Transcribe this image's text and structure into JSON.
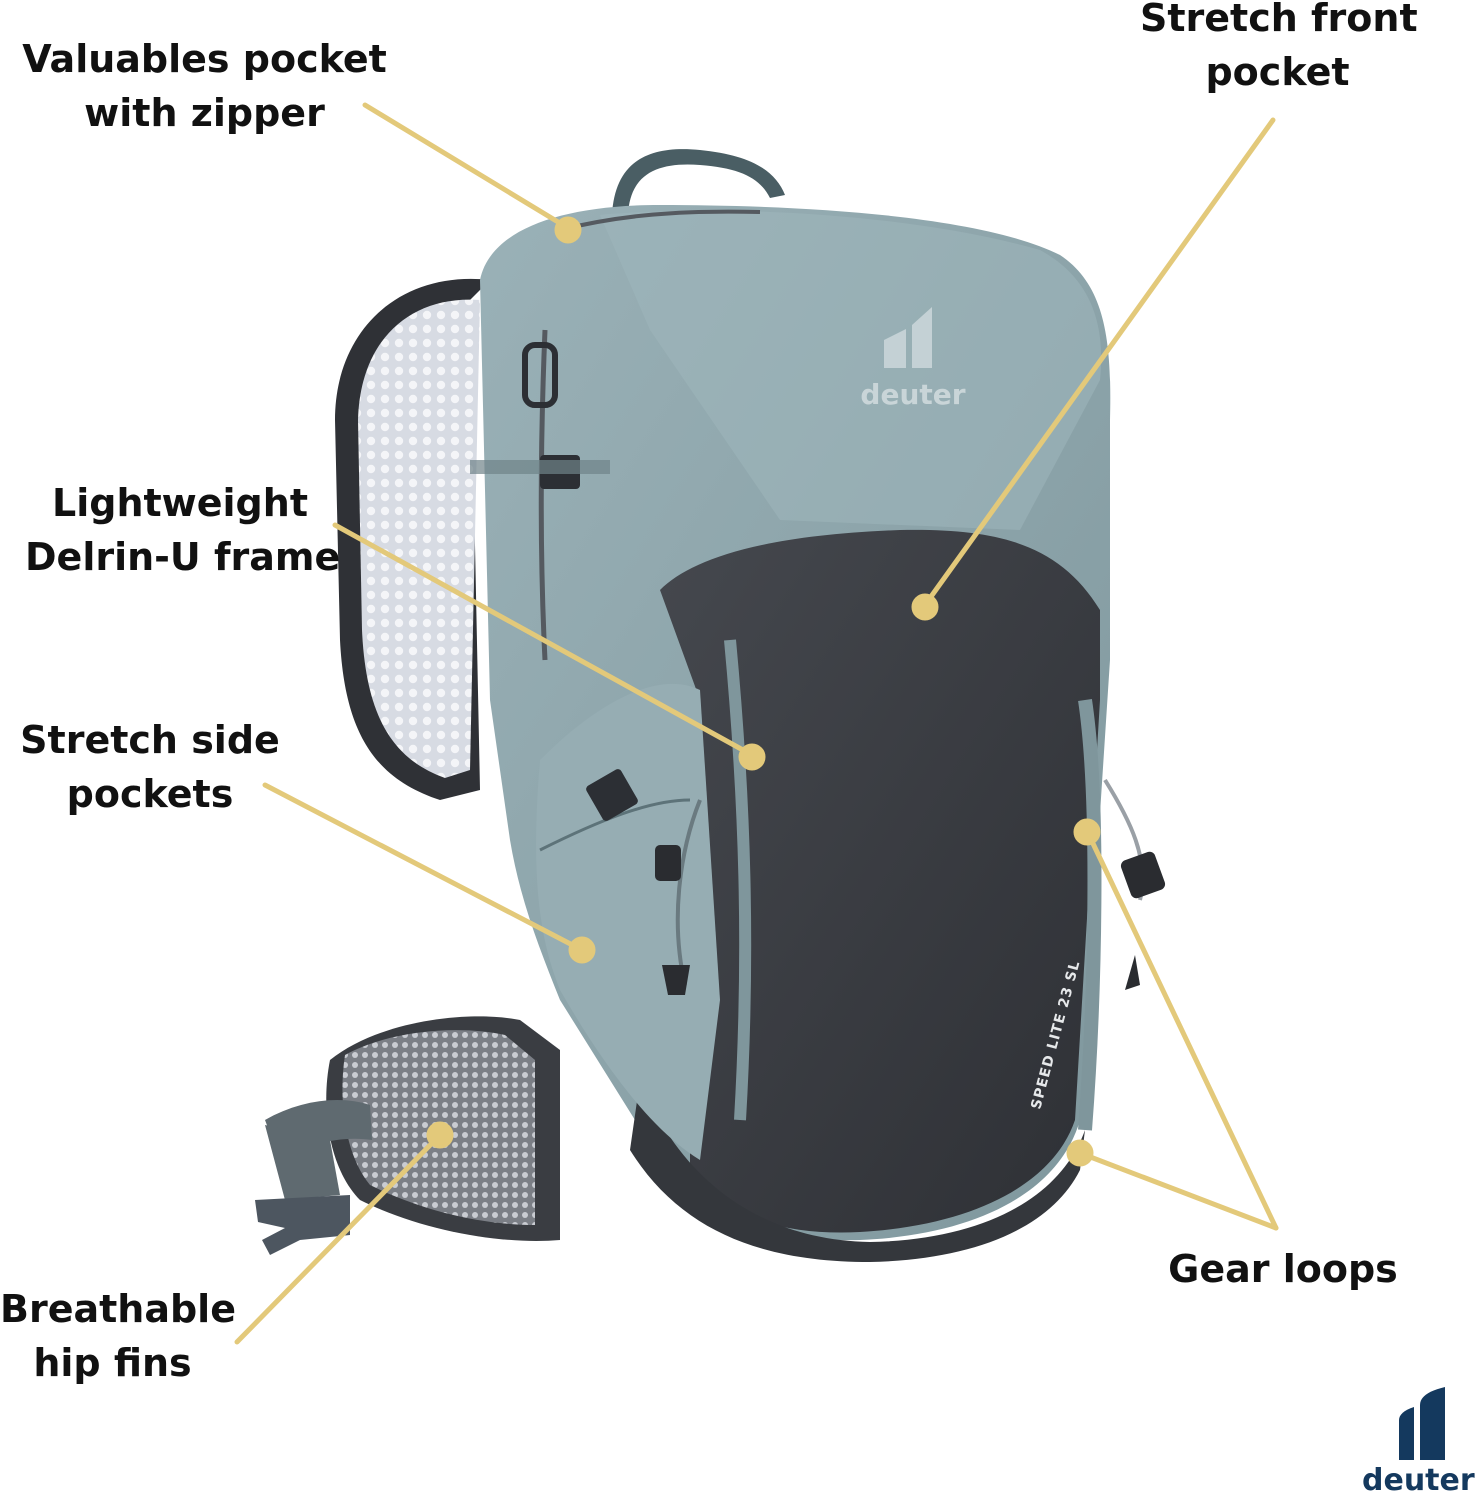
{
  "callouts": [
    {
      "id": "valuables-pocket",
      "lines": [
        "Valuables pocket",
        "with zipper"
      ]
    },
    {
      "id": "stretch-front-pocket",
      "lines": [
        "Stretch front",
        "pocket"
      ]
    },
    {
      "id": "delrin-frame",
      "lines": [
        "Lightweight",
        "Delrin-U frame"
      ]
    },
    {
      "id": "stretch-side-pockets",
      "lines": [
        "Stretch side",
        "pockets"
      ]
    },
    {
      "id": "breathable-hip-fins",
      "lines": [
        "Breathable",
        "hip fins"
      ]
    },
    {
      "id": "gear-loops",
      "lines": [
        "Gear loops"
      ]
    }
  ],
  "product": {
    "bag_logo_text": "deuter",
    "side_print": "SPEED LITE 23 SL"
  },
  "brand": {
    "name": "deuter",
    "color": "#14395e"
  },
  "colors": {
    "callout": "#e3c97a",
    "shell_light": "#8ea6ac",
    "shell_dark": "#3c3f44",
    "mesh": "#dfe3ea"
  }
}
